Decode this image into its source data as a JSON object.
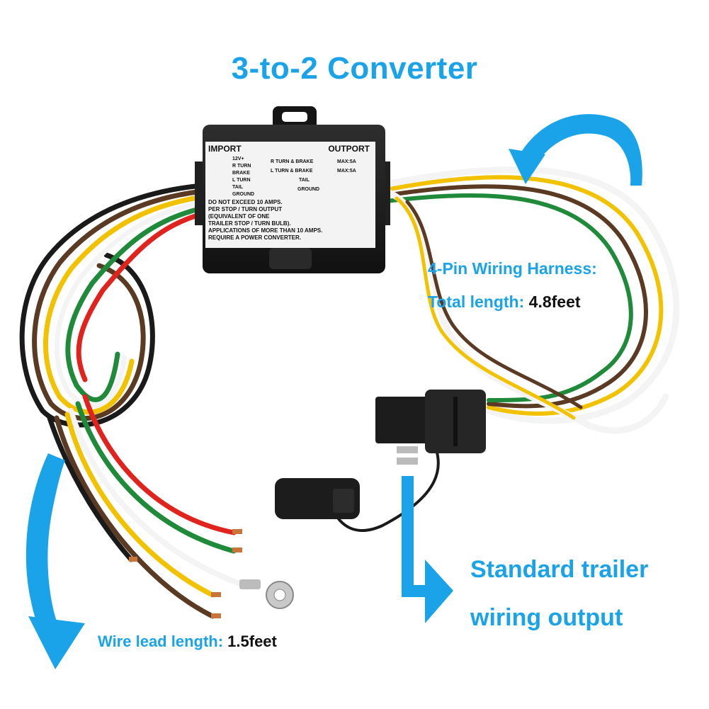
{
  "title": "3-to-2 Converter",
  "harness": {
    "line1": "4-Pin Wiring Harness:",
    "line2_label": "Total length: ",
    "line2_value": "4.8feet"
  },
  "output": {
    "line1": "Standard trailer",
    "line2": "wiring output"
  },
  "lead": {
    "label": "Wire lead length: ",
    "value": "1.5feet"
  },
  "converter_label": {
    "import": "IMPORT",
    "outport": "OUTPORT",
    "inputs": [
      "12V+",
      "R TURN",
      "BRAKE",
      "L TURN",
      "TAIL",
      "GROUND"
    ],
    "outputs": [
      "R TURN & BRAKE",
      "L TURN & BRAKE",
      "TAIL",
      "GROUND"
    ],
    "max": [
      "MAX:5A",
      "MAX:5A"
    ],
    "notice": [
      "DO NOT EXCEED 10 AMPS.",
      "PER STOP / TURN OUTPUT",
      "(EQUIVALENT OF ONE",
      "TRAILER STOP / TURN BULB).",
      "APPLICATIONS OF MORE THAN 10 AMPS.",
      "REQUIRE A POWER CONVERTER."
    ]
  },
  "colors": {
    "accent_blue": "#1aa3e8",
    "wire_black": "#1a1a1a",
    "wire_brown": "#5a3a22",
    "wire_yellow": "#f2c200",
    "wire_white": "#f4f4f4",
    "wire_green": "#1f8a3a",
    "wire_red": "#e0231c",
    "box": "#1b1b1b"
  }
}
